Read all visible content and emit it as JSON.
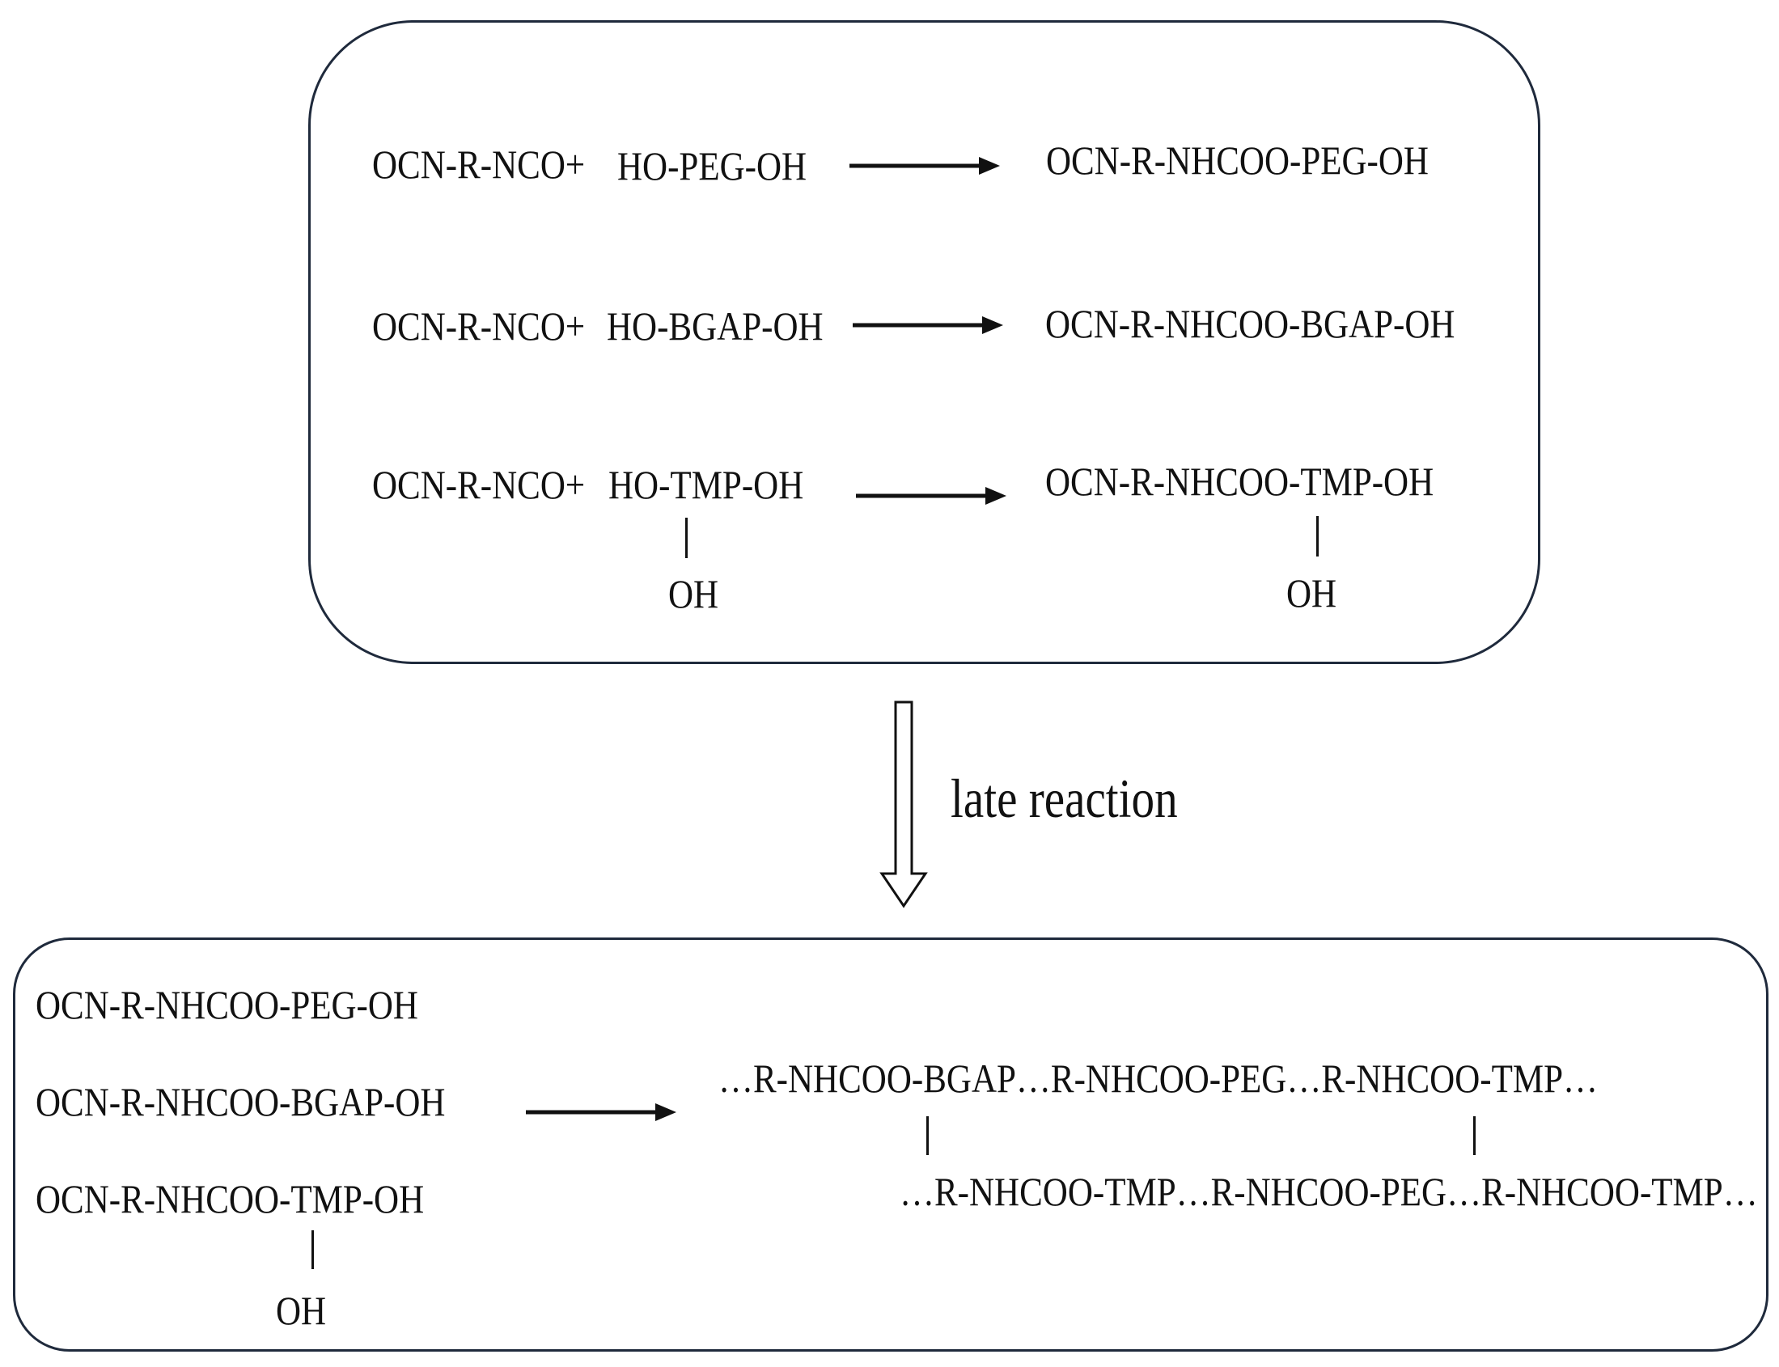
{
  "first_stage": {
    "reactions": [
      {
        "isocyanate": "OCN-R-NCO+",
        "polyol": "HO-PEG-OH",
        "product": "OCN-R-NHCOO-PEG-OH"
      },
      {
        "isocyanate": "OCN-R-NCO+",
        "polyol": "HO-BGAP-OH",
        "product": "OCN-R-NHCOO-BGAP-OH"
      },
      {
        "isocyanate": "OCN-R-NCO+",
        "polyol": "HO-TMP-OH",
        "polyol_branch": "OH",
        "product": "OCN-R-NHCOO-TMP-OH",
        "product_branch": "OH"
      }
    ]
  },
  "transition": {
    "label": "late reaction"
  },
  "late_stage": {
    "reactants": [
      "OCN-R-NHCOO-PEG-OH",
      "OCN-R-NHCOO-BGAP-OH",
      "OCN-R-NHCOO-TMP-OH"
    ],
    "reactant_branch": "OH",
    "network_chain_1": "…R-NHCOO-BGAP…R-NHCOO-PEG…R-NHCOO-TMP…",
    "network_chain_2": "…R-NHCOO-TMP…R-NHCOO-PEG…R-NHCOO-TMP…"
  },
  "colors": {
    "box_border": "#1f2a3c",
    "text": "#111111"
  }
}
